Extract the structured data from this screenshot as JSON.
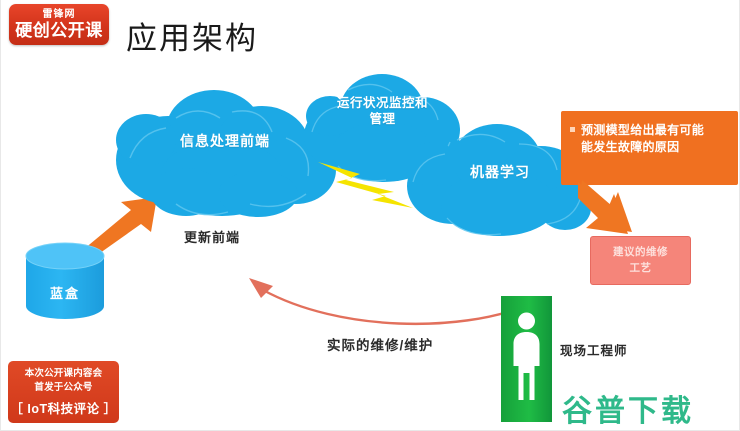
{
  "brand": {
    "top_text": "雷锋网",
    "main_text": "硬创公开课"
  },
  "page_title": "应用架构",
  "clouds": [
    {
      "id": "cloud-front",
      "label": "信息处理前端",
      "color": "#1CA9E5"
    },
    {
      "id": "cloud-mid",
      "label": "运行状况监控和\n管理",
      "label_line1": "运行状况监控和",
      "label_line2": "管理",
      "color": "#1CA9E5"
    },
    {
      "id": "cloud-ml",
      "label": "机器学习",
      "color": "#1CA9E5"
    }
  ],
  "database": {
    "label": "蓝盒",
    "color": "#29B2EF"
  },
  "callout_orange": {
    "bullet": "•",
    "text_line1": "预测模型给出最有可能",
    "text_line2": "能发生故障的原因",
    "text": "预测模型给出最有可能发生故障的原因",
    "color": "#F07020"
  },
  "box_pink": {
    "line1": "建议的维修",
    "line2": "工艺",
    "color": "#F5857A"
  },
  "labels": {
    "update_frontend": "更新前端",
    "actual_repair": "实际的维修/维护",
    "field_engineer": "现场工程师"
  },
  "engineer_sign": {
    "icon": "person-icon",
    "color": "#1DA33C"
  },
  "note_red": {
    "line1": "本次公开课内容会",
    "line2": "首发于公众号",
    "tag": "［ IoT科技评论 ］",
    "color": "#D93D1E"
  },
  "watermark": {
    "text": "谷普下载",
    "color": "#2FB98A"
  },
  "arrows": {
    "db_to_cloud": {
      "name": "orange-arrow",
      "color": "#EF7622"
    },
    "bolt": {
      "name": "lightning-bolt-icon",
      "color": "#F5E400"
    },
    "ml_to_pink": {
      "name": "orange-arrow",
      "color": "#EF7622"
    },
    "return_curve": {
      "name": "curved-arrow",
      "color": "#E2705C"
    }
  }
}
